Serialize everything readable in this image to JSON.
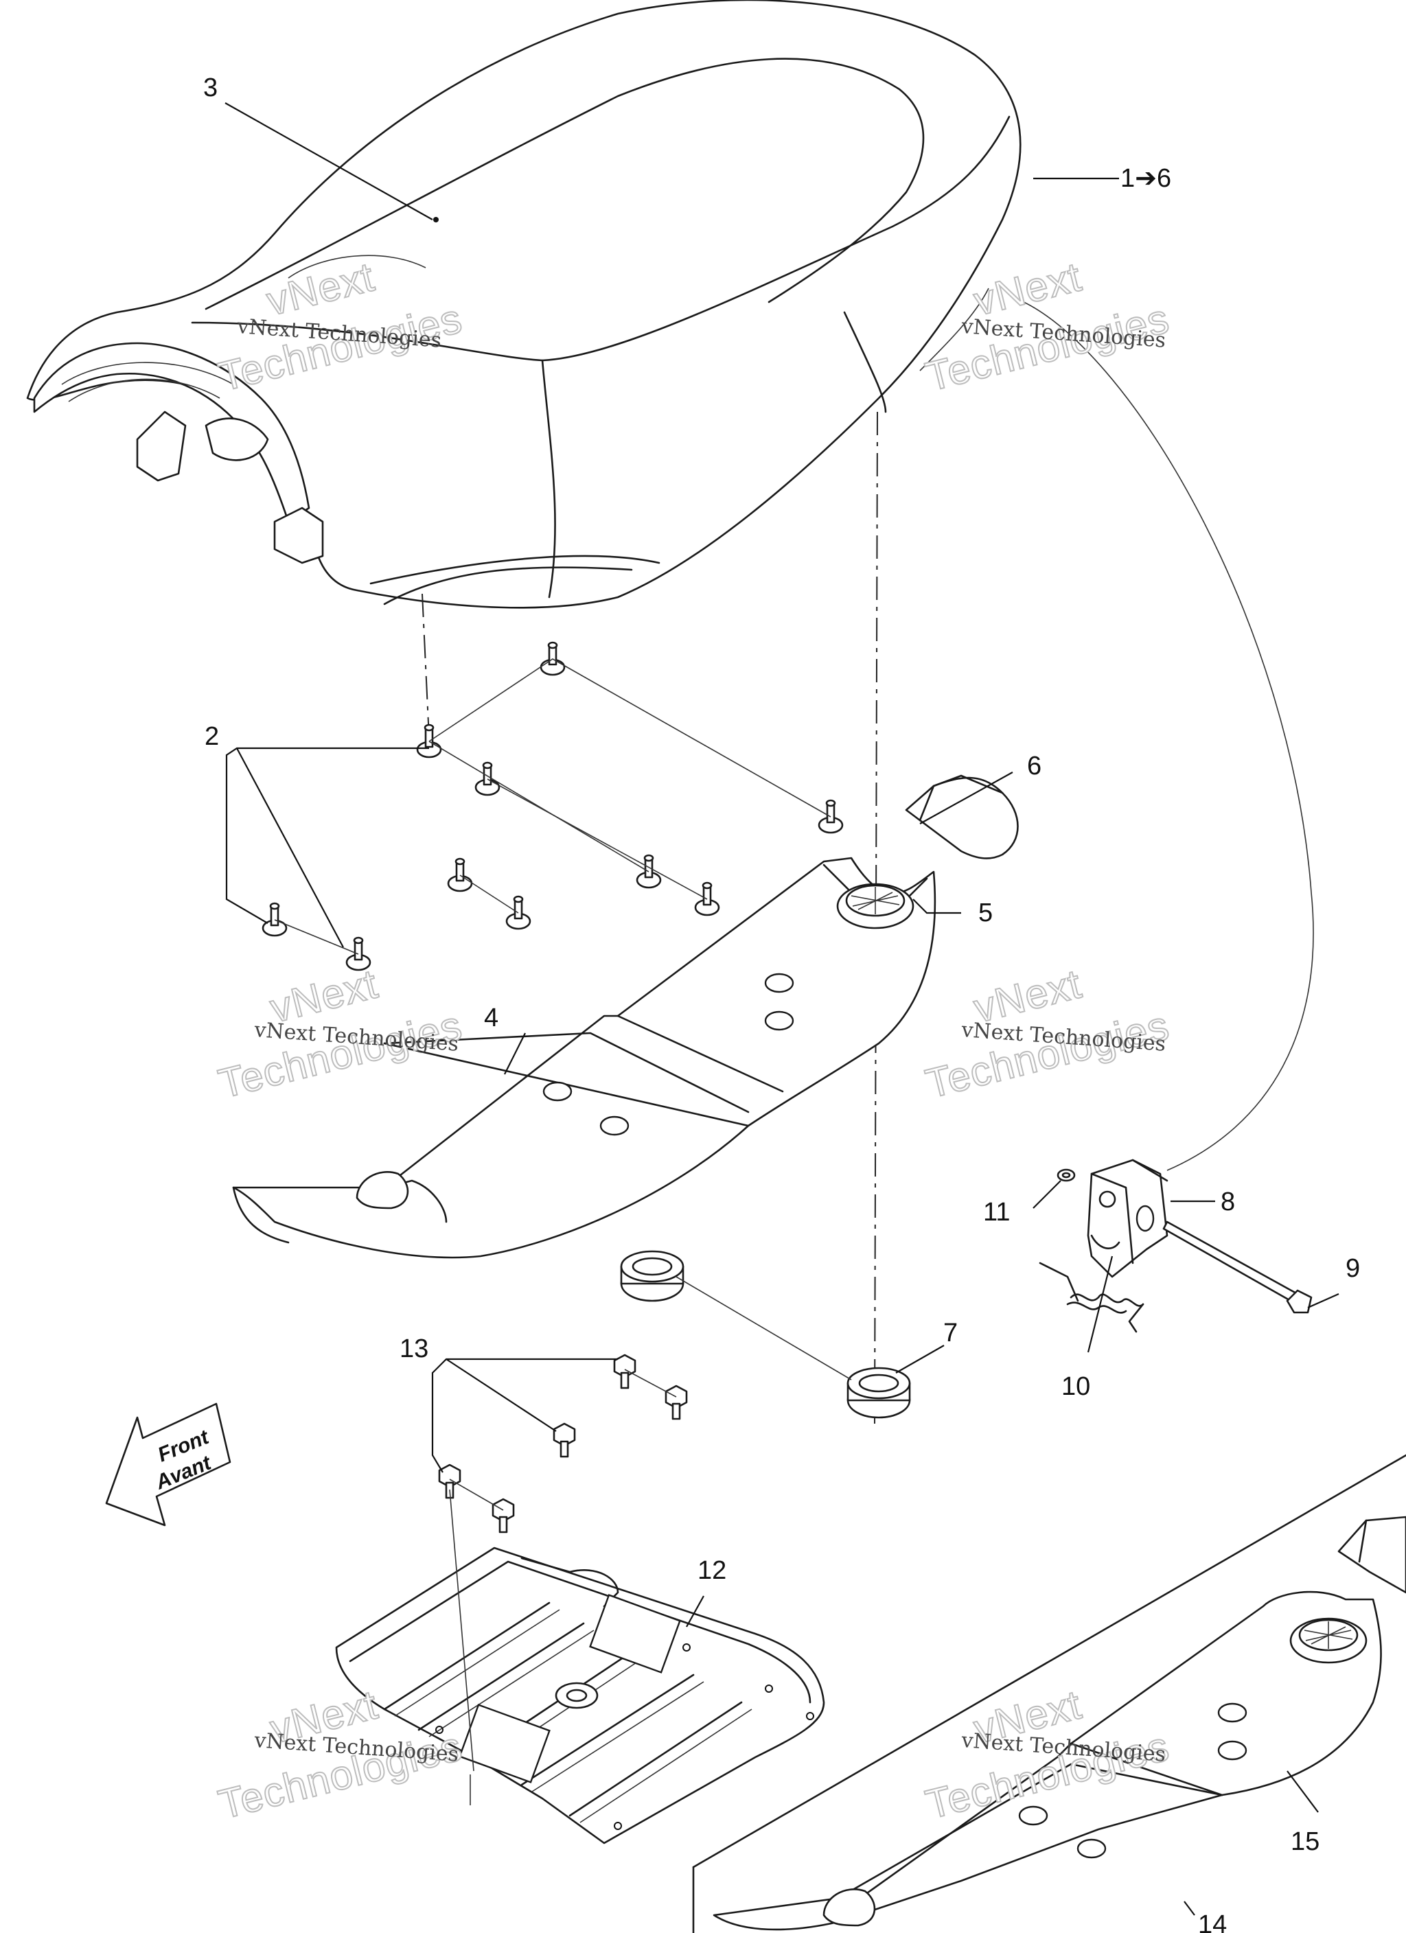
{
  "callouts": {
    "c1": "1➔6",
    "c2": "2",
    "c3": "3",
    "c4": "4",
    "c5": "5",
    "c6": "6",
    "c7": "7",
    "c8": "8",
    "c9": "9",
    "c10": "10",
    "c11": "11",
    "c12": "12",
    "c13": "13",
    "c14": "14",
    "c15": "15"
  },
  "front_arrow": {
    "line1": "Front",
    "line2": "Avant"
  },
  "watermark": {
    "line1": "vNext Technologies",
    "big_top": "vNext",
    "big_bottom": "Technologies"
  }
}
